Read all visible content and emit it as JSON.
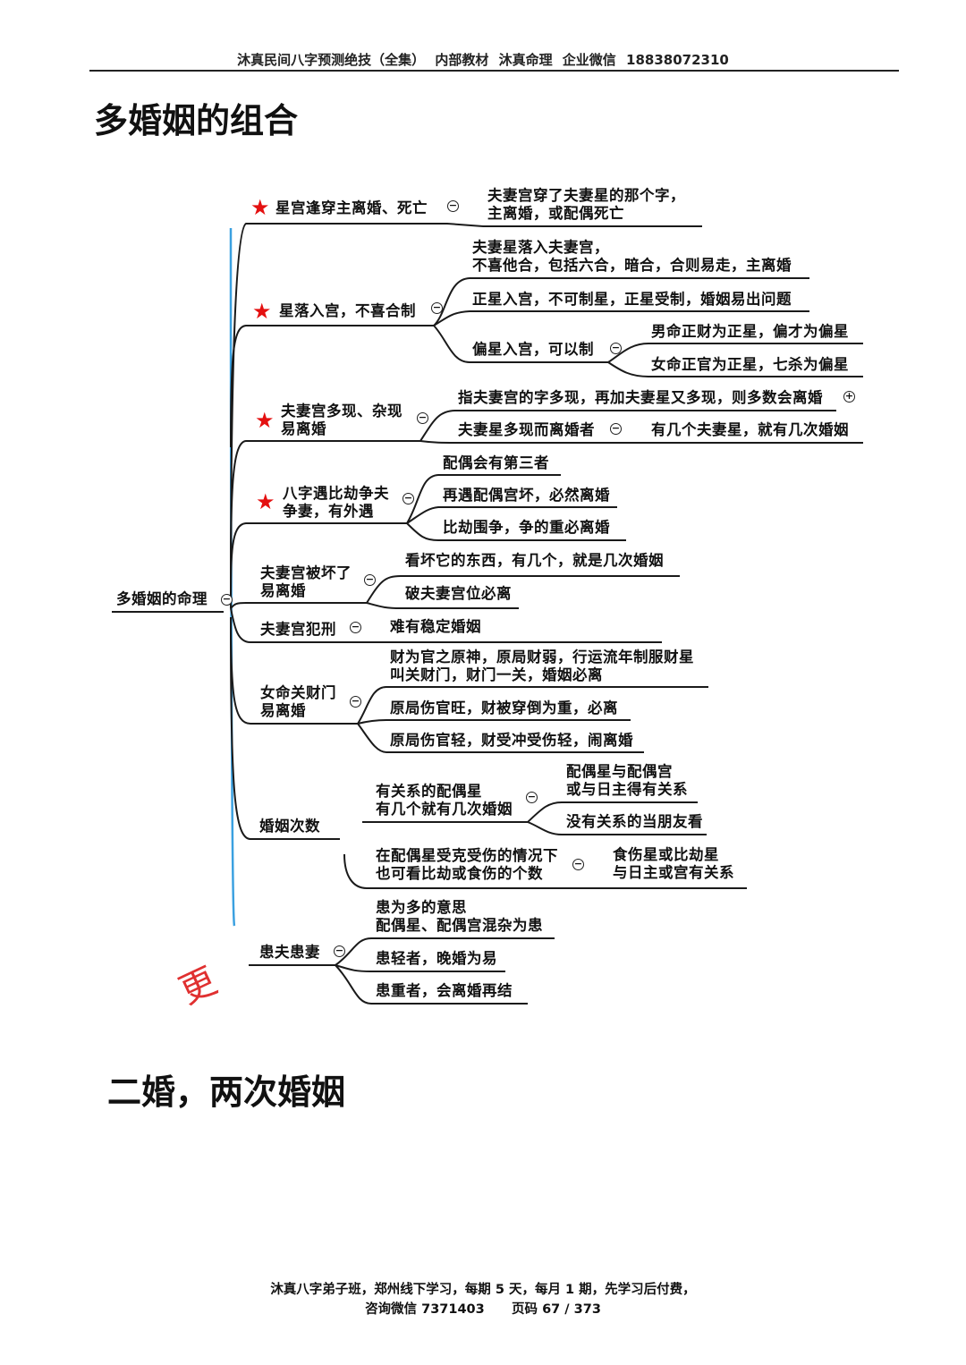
{
  "header": {
    "text": "沐真民间八字预测绝技（全集）   内部教材   沐真命理   企业微信 18838072310"
  },
  "title": "多婚姻的组合",
  "mindmap": {
    "root": "多婚姻的命理",
    "b1": {
      "label": "星宫逢穿主离婚、死亡",
      "c1": "夫妻宫穿了夫妻星的那个字，\n主离婚，或配偶死亡"
    },
    "b2": {
      "label": "星落入宫，不喜合制",
      "c1": "夫妻星落入夫妻宫，\n不喜他合，包括六合，暗合，合则易走，主离婚",
      "c2": "正星入宫，不可制星，正星受制，婚姻易出问题",
      "c3": "偏星入宫，可以制",
      "c3a": "男命正财为正星，偏才为偏星",
      "c3b": "女命正官为正星，七杀为偏星"
    },
    "b3": {
      "label": "夫妻宫多现、杂现\n易离婚",
      "c1": "指夫妻宫的字多现，再加夫妻星又多现，则多数会离婚",
      "c2": "夫妻星多现而离婚者",
      "c2a": "有几个夫妻星，就有几次婚姻"
    },
    "b4": {
      "label": "八字遇比劫争夫\n争妻，有外遇",
      "c1": "配偶会有第三者",
      "c2": "再遇配偶宫坏，必然离婚",
      "c3": "比劫围争，争的重必离婚"
    },
    "b5": {
      "label": "夫妻宫被坏了\n易离婚",
      "c1": "看坏它的东西，有几个，就是几次婚姻",
      "c2": "破夫妻宫位必离"
    },
    "b6": {
      "label": "夫妻宫犯刑",
      "c1": "难有稳定婚姻"
    },
    "b7": {
      "label": "女命关财门\n易离婚",
      "c1": "财为官之原神，原局财弱，行运流年制服财星\n叫关财门，财门一关，婚姻必离",
      "c2": "原局伤官旺，财被穿倒为重，必离",
      "c3": "原局伤官轻，财受冲受伤轻，闹离婚"
    },
    "b8": {
      "label": "婚姻次数",
      "c1": "有关系的配偶星\n有几个就有几次婚姻",
      "c1a": "配偶星与配偶宫\n或与日主得有关系",
      "c1b": "没有关系的当朋友看",
      "c2": "在配偶星受克受伤的情况下\n也可看比劫或食伤的个数",
      "c2a": "食伤星或比劫星\n与日主或宫有关系"
    },
    "b9": {
      "label": "患夫患妻",
      "c1": "患为多的意思\n配偶星、配偶宫混杂为患",
      "c2": "患轻者，晚婚为易",
      "c3": "患重者，会离婚再结"
    }
  },
  "handwritten_mark": "更",
  "subtitle": "二婚，两次婚姻",
  "footer": {
    "line1": "沐真八字弟子班，郑州线下学习，每期 5 天，每月 1 期，先学习后付费，",
    "line2": "咨询微信 7371403      页码 67 / 373"
  }
}
